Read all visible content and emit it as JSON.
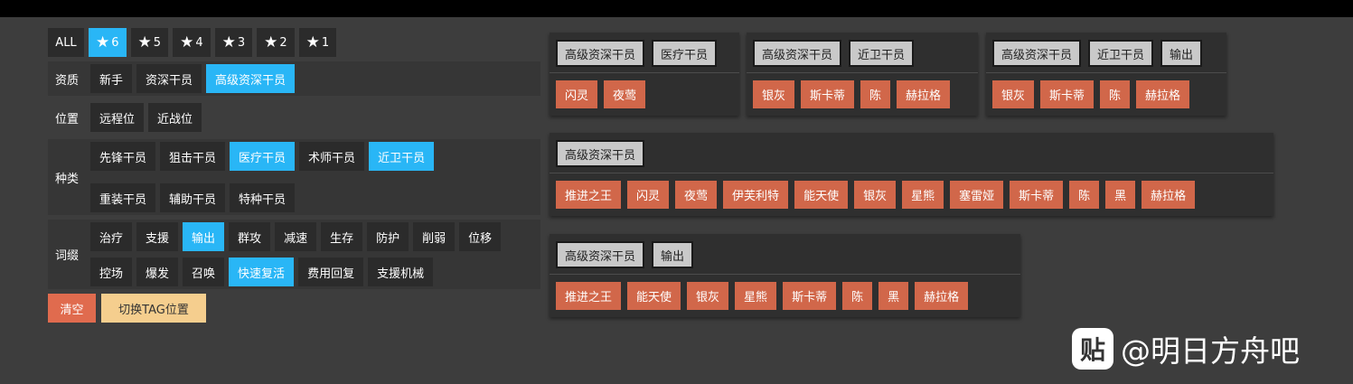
{
  "rarity": {
    "all_label": "ALL",
    "items": [
      {
        "label": "6",
        "active": true
      },
      {
        "label": "5",
        "active": false
      },
      {
        "label": "4",
        "active": false
      },
      {
        "label": "3",
        "active": false
      },
      {
        "label": "2",
        "active": false
      },
      {
        "label": "1",
        "active": false
      }
    ]
  },
  "filters": {
    "qualification": {
      "label": "资质",
      "options": [
        "新手",
        "资深干员",
        "高级资深干员"
      ],
      "active": [
        "高级资深干员"
      ]
    },
    "position": {
      "label": "位置",
      "options": [
        "远程位",
        "近战位"
      ]
    },
    "class": {
      "label": "种类",
      "options": [
        "先锋干员",
        "狙击干员",
        "医疗干员",
        "术师干员",
        "近卫干员",
        "重装干员",
        "辅助干员",
        "特种干员"
      ],
      "active": [
        "医疗干员",
        "近卫干员"
      ]
    },
    "affix": {
      "label": "词缀",
      "options": [
        "治疗",
        "支援",
        "输出",
        "群攻",
        "减速",
        "生存",
        "防护",
        "削弱",
        "位移",
        "控场",
        "爆发",
        "召唤",
        "快速复活",
        "费用回复",
        "支援机械"
      ],
      "active": [
        "输出",
        "快速复活"
      ]
    }
  },
  "actions": {
    "clear": "清空",
    "switch": "切换TAG位置"
  },
  "results": [
    {
      "tags": [
        "高级资深干员",
        "医疗干员"
      ],
      "operators": [
        "闪灵",
        "夜莺"
      ]
    },
    {
      "tags": [
        "高级资深干员",
        "近卫干员"
      ],
      "operators": [
        "银灰",
        "斯卡蒂",
        "陈",
        "赫拉格"
      ]
    },
    {
      "tags": [
        "高级资深干员",
        "近卫干员",
        "输出"
      ],
      "operators": [
        "银灰",
        "斯卡蒂",
        "陈",
        "赫拉格"
      ]
    },
    {
      "tags": [
        "高级资深干员"
      ],
      "operators": [
        "推进之王",
        "闪灵",
        "夜莺",
        "伊芙利特",
        "能天使",
        "银灰",
        "星熊",
        "塞雷娅",
        "斯卡蒂",
        "陈",
        "黑",
        "赫拉格"
      ]
    },
    {
      "tags": [
        "高级资深干员",
        "输出"
      ],
      "operators": [
        "推进之王",
        "能天使",
        "银灰",
        "星熊",
        "斯卡蒂",
        "陈",
        "黑",
        "赫拉格"
      ]
    }
  ],
  "watermark": {
    "icon_glyph": "贴",
    "text": "@明日方舟吧"
  },
  "colors": {
    "active": "#29b6f6",
    "operator": "#d1674a",
    "clear": "#e06b4e",
    "switch": "#f5ce8e"
  }
}
